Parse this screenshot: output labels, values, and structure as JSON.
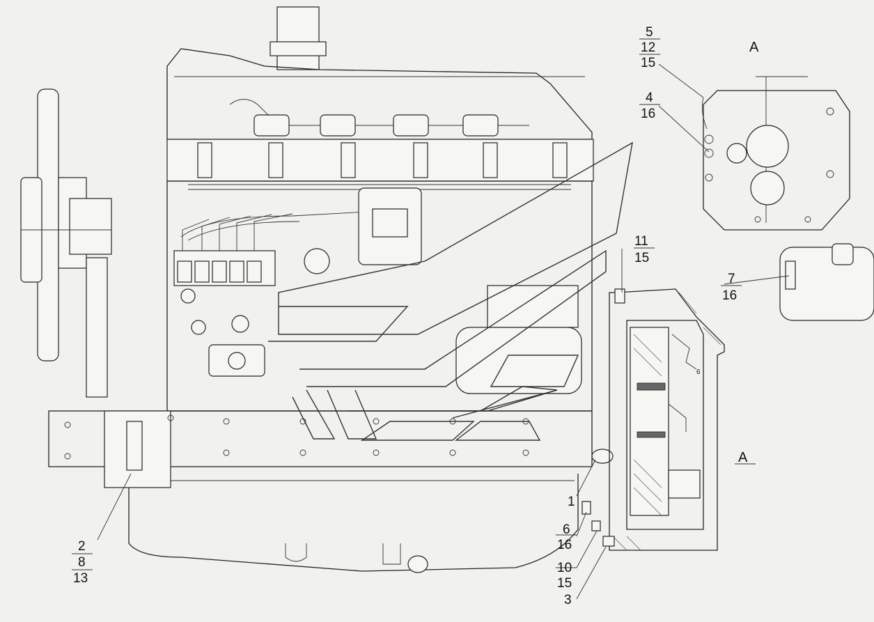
{
  "view_labels": {
    "top_a": "A",
    "side_a": "A"
  },
  "callouts": {
    "c1": "1",
    "c2": "2",
    "c3": "3",
    "c4": "4",
    "c5": "5",
    "c6": "6",
    "c7": "7",
    "c8": "8",
    "c10": "10",
    "c11": "11",
    "c12": "12",
    "c13": "13",
    "c15a": "15",
    "c15b": "15",
    "c15c": "15",
    "c16a": "16",
    "c16b": "16",
    "c16c": "16",
    "small6": "6"
  }
}
